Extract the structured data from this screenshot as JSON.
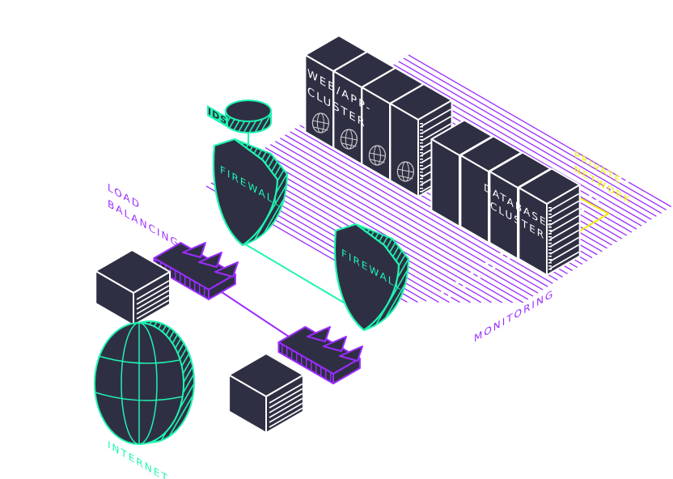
{
  "colors": {
    "dark": "#2f2f44",
    "green": "#1ef5b0",
    "purple": "#9b2cff",
    "yellow": "#f0f000",
    "white": "#ffffff"
  },
  "labels": {
    "ids": "IDS",
    "firewall_1": "FIREWALL",
    "firewall_2": "FIREWALL",
    "load_balancing_1": "LOAD",
    "load_balancing_2": "BALANCING",
    "web_cluster_1": "WEB/APP-",
    "web_cluster_2": "CLUSTER",
    "db_cluster_1": "DATABASE-",
    "db_cluster_2": "CLUSTER",
    "private_network_1": "PRIVATE",
    "private_network_2": "NETWORK",
    "monitoring": "MONITORING",
    "internet": "INTERNET"
  }
}
